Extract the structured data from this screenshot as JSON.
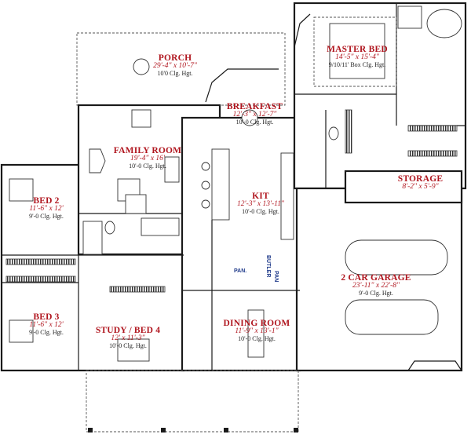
{
  "rooms": {
    "porch": {
      "name": "PORCH",
      "dim": "29'-4\" x 10'-7\"",
      "clg": "10'0 Clg. Hgt."
    },
    "master_bed": {
      "name": "MASTER BED",
      "dim": "14'-5\" x 15'-4\"",
      "clg": "9/10/11' Box Clg. Hgt."
    },
    "breakfast": {
      "name": "BREAKFAST",
      "dim": "12'-3\" x 12'-7\"",
      "clg": "10'-0 Clg. Hgt."
    },
    "family_room": {
      "name": "FAMILY ROOM",
      "dim": "19'-4\" x 16'",
      "clg": "10'-0 Clg. Hgt."
    },
    "bed2": {
      "name": "BED 2",
      "dim": "11'-6\" x 12'",
      "clg": "9'-0 Clg. Hgt."
    },
    "kit": {
      "name": "KIT",
      "dim": "12'-3\" x 13'-11\"",
      "clg": "10'-0 Clg. Hgt."
    },
    "storage": {
      "name": "STORAGE",
      "dim": "8'-2\" x 5'-9\""
    },
    "garage": {
      "name": "2 CAR GARAGE",
      "dim": "23'-11\" x 22'-8\"",
      "clg": "9'-0 Clg. Hgt."
    },
    "bed3": {
      "name": "BED 3",
      "dim": "11'-6\" x 12'",
      "clg": "9'-0 Clg. Hgt."
    },
    "study": {
      "name": "STUDY / BED 4",
      "dim": "12' x 11'-3\"",
      "clg": "10'-0 Clg. Hgt."
    },
    "dining": {
      "name": "DINING ROOM",
      "dim": "11'-9\" x 13'-1\"",
      "clg": "10'-0 Clg. Hgt."
    }
  },
  "small_labels": {
    "pan": "PAN.",
    "butler": "BUTLER",
    "butler_pan": "PAN"
  },
  "colors": {
    "room_name": "#b0151e",
    "pantry_label": "#1f3a8a"
  }
}
